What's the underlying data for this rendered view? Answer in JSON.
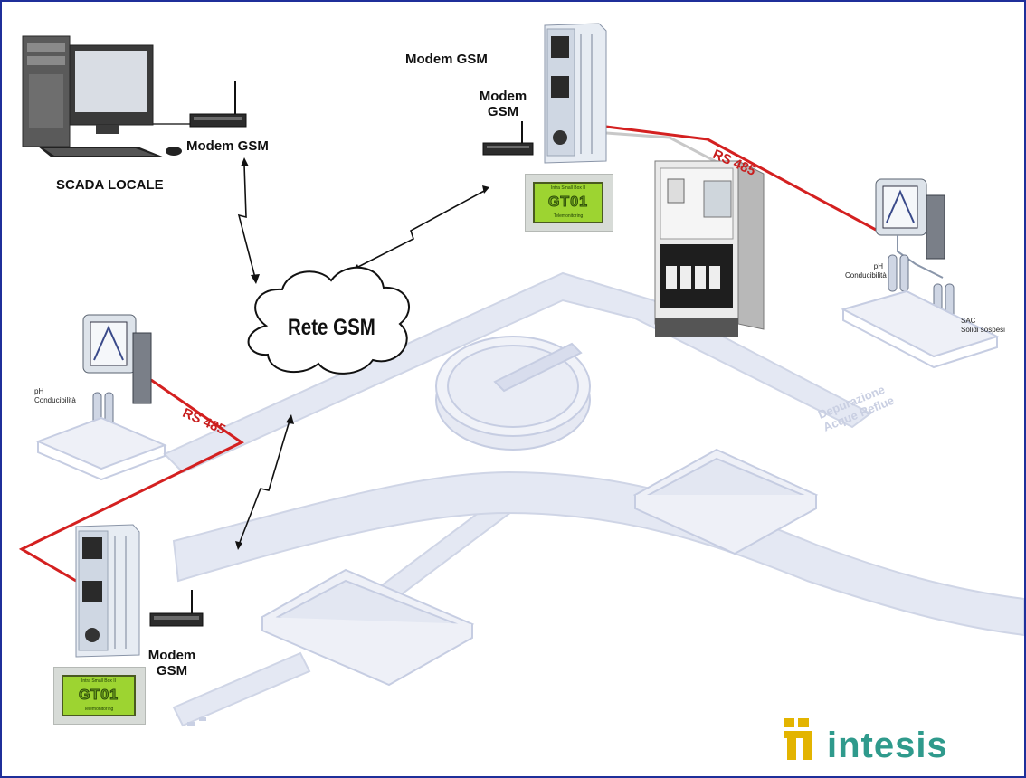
{
  "labels": {
    "scada": "SCADA LOCALE",
    "modem_pc": "Modem GSM",
    "modem_top_title": "Modem GSM",
    "modem_top_line1": "Modem",
    "modem_top_line2": "GSM",
    "modem_bottom_line1": "Modem",
    "modem_bottom_line2": "GSM",
    "network": "Rete GSM",
    "rs485_right": "RS 485",
    "rs485_left": "RS 485",
    "sensor_right_line1": "pH",
    "sensor_right_line2": "Conducibilità",
    "sac_line1": "SAC",
    "sac_line2": "Solidi sospesi",
    "sensor_left_line1": "pH",
    "sensor_left_line2": "Conducibilità",
    "faded_line1": "Depurazione",
    "faded_line2": "Acque Reflue",
    "lcd_line1": "Intra Small Box II",
    "lcd_line2": "GT01",
    "lcd_line3": "Telemonitoring"
  },
  "logo": {
    "text": "intesis",
    "color": "#2f9a8c",
    "mark_color": "#e3b400"
  },
  "colors": {
    "frame": "#1f2f9a",
    "rs485_line": "#d42020",
    "pipe": "#e2e6f2",
    "lcd": "#9dd431"
  }
}
